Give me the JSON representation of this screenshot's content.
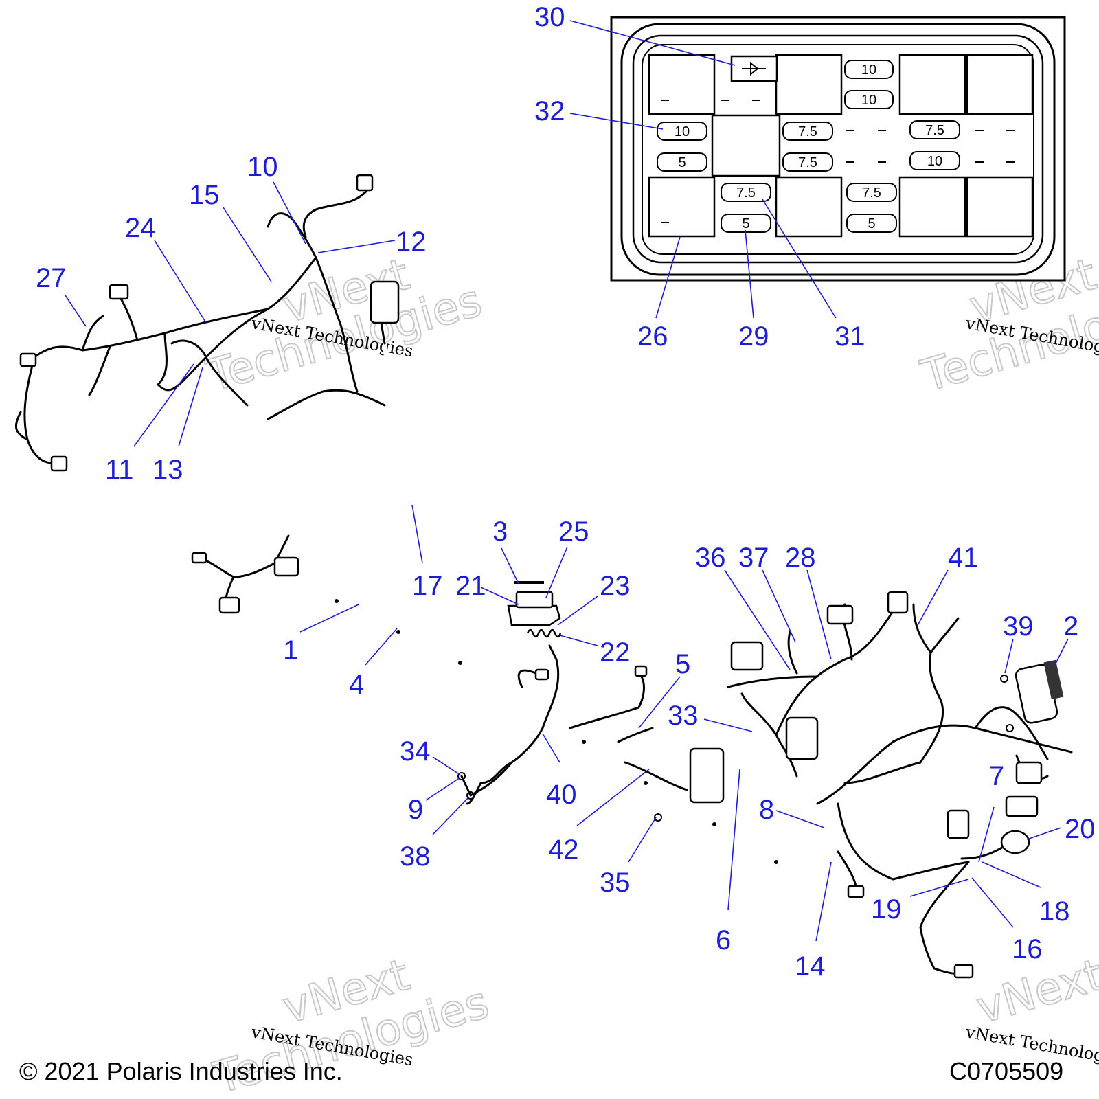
{
  "callouts": [
    {
      "n": "30"
    },
    {
      "n": "32"
    },
    {
      "n": "26"
    },
    {
      "n": "29"
    },
    {
      "n": "31"
    },
    {
      "n": "10"
    },
    {
      "n": "15"
    },
    {
      "n": "12"
    },
    {
      "n": "24"
    },
    {
      "n": "27"
    },
    {
      "n": "11"
    },
    {
      "n": "13"
    },
    {
      "n": "17"
    },
    {
      "n": "3"
    },
    {
      "n": "25"
    },
    {
      "n": "21"
    },
    {
      "n": "23"
    },
    {
      "n": "22"
    },
    {
      "n": "1"
    },
    {
      "n": "4"
    },
    {
      "n": "36"
    },
    {
      "n": "37"
    },
    {
      "n": "28"
    },
    {
      "n": "41"
    },
    {
      "n": "39"
    },
    {
      "n": "2"
    },
    {
      "n": "5"
    },
    {
      "n": "33"
    },
    {
      "n": "34"
    },
    {
      "n": "9"
    },
    {
      "n": "38"
    },
    {
      "n": "40"
    },
    {
      "n": "42"
    },
    {
      "n": "35"
    },
    {
      "n": "8"
    },
    {
      "n": "6"
    },
    {
      "n": "14"
    },
    {
      "n": "7"
    },
    {
      "n": "20"
    },
    {
      "n": "19"
    },
    {
      "n": "18"
    },
    {
      "n": "16"
    }
  ],
  "fuse_labels": [
    "10",
    "10",
    "10",
    "5",
    "7.5",
    "7.5",
    "7.5",
    "10",
    "7.5",
    "5",
    "7.5",
    "5"
  ],
  "watermark": {
    "line1": "vNext Technologies",
    "line2": "vNext",
    "line3": "Technologies"
  },
  "footer": {
    "copyright": "© 2021 Polaris Industries Inc.",
    "code": "C0705509"
  }
}
